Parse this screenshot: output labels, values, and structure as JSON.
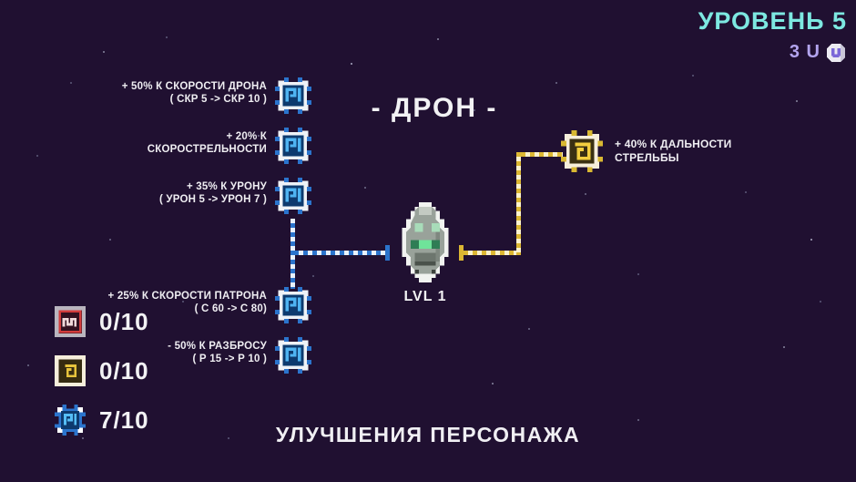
{
  "header": {
    "level_label": "УРОВЕНЬ 5",
    "currency_amount": "3 U",
    "currency_icon": "coin-u-icon"
  },
  "tree": {
    "title": "- ДРОН -",
    "drone_level": "LVL 1",
    "left_nodes": [
      {
        "line1": "+ 50% К СКОРОСТИ ДРОНА",
        "line2": "( СКР 5 -> СКР 10 )"
      },
      {
        "line1": "+ 20% К",
        "line2": "СКОРОСТРЕЛЬНОСТИ"
      },
      {
        "line1": "+ 35% К УРОНУ",
        "line2": "( УРОН 5 -> УРОН 7 )"
      },
      {
        "line1": "+ 25% К СКОРОСТИ ПАТРОНА",
        "line2": "( С 60 -> С 80)"
      },
      {
        "line1": "- 50% К РАЗБРОСУ",
        "line2": "( Р 15 -> Р 10 )"
      }
    ],
    "right_node": {
      "line1": "+ 40% К ДАЛЬНОСТИ",
      "line2": "СТРЕЛЬБЫ"
    }
  },
  "legend": {
    "items": [
      {
        "icon": "red-module-icon",
        "count": "0/10"
      },
      {
        "icon": "yellow-module-icon",
        "count": "0/10"
      },
      {
        "icon": "blue-module-icon",
        "count": "7/10"
      }
    ]
  },
  "footer": {
    "title": "УЛУЧШЕНИЯ ПЕРСОНАЖА"
  },
  "colors": {
    "background": "#201031",
    "cyan_accent": "#7de8e1",
    "lavender_accent": "#b3a4ee",
    "blue_module": "#2b74cc",
    "yellow_module": "#dcb733",
    "red_module": "#d23c3c",
    "text": "#f2f2f4"
  }
}
